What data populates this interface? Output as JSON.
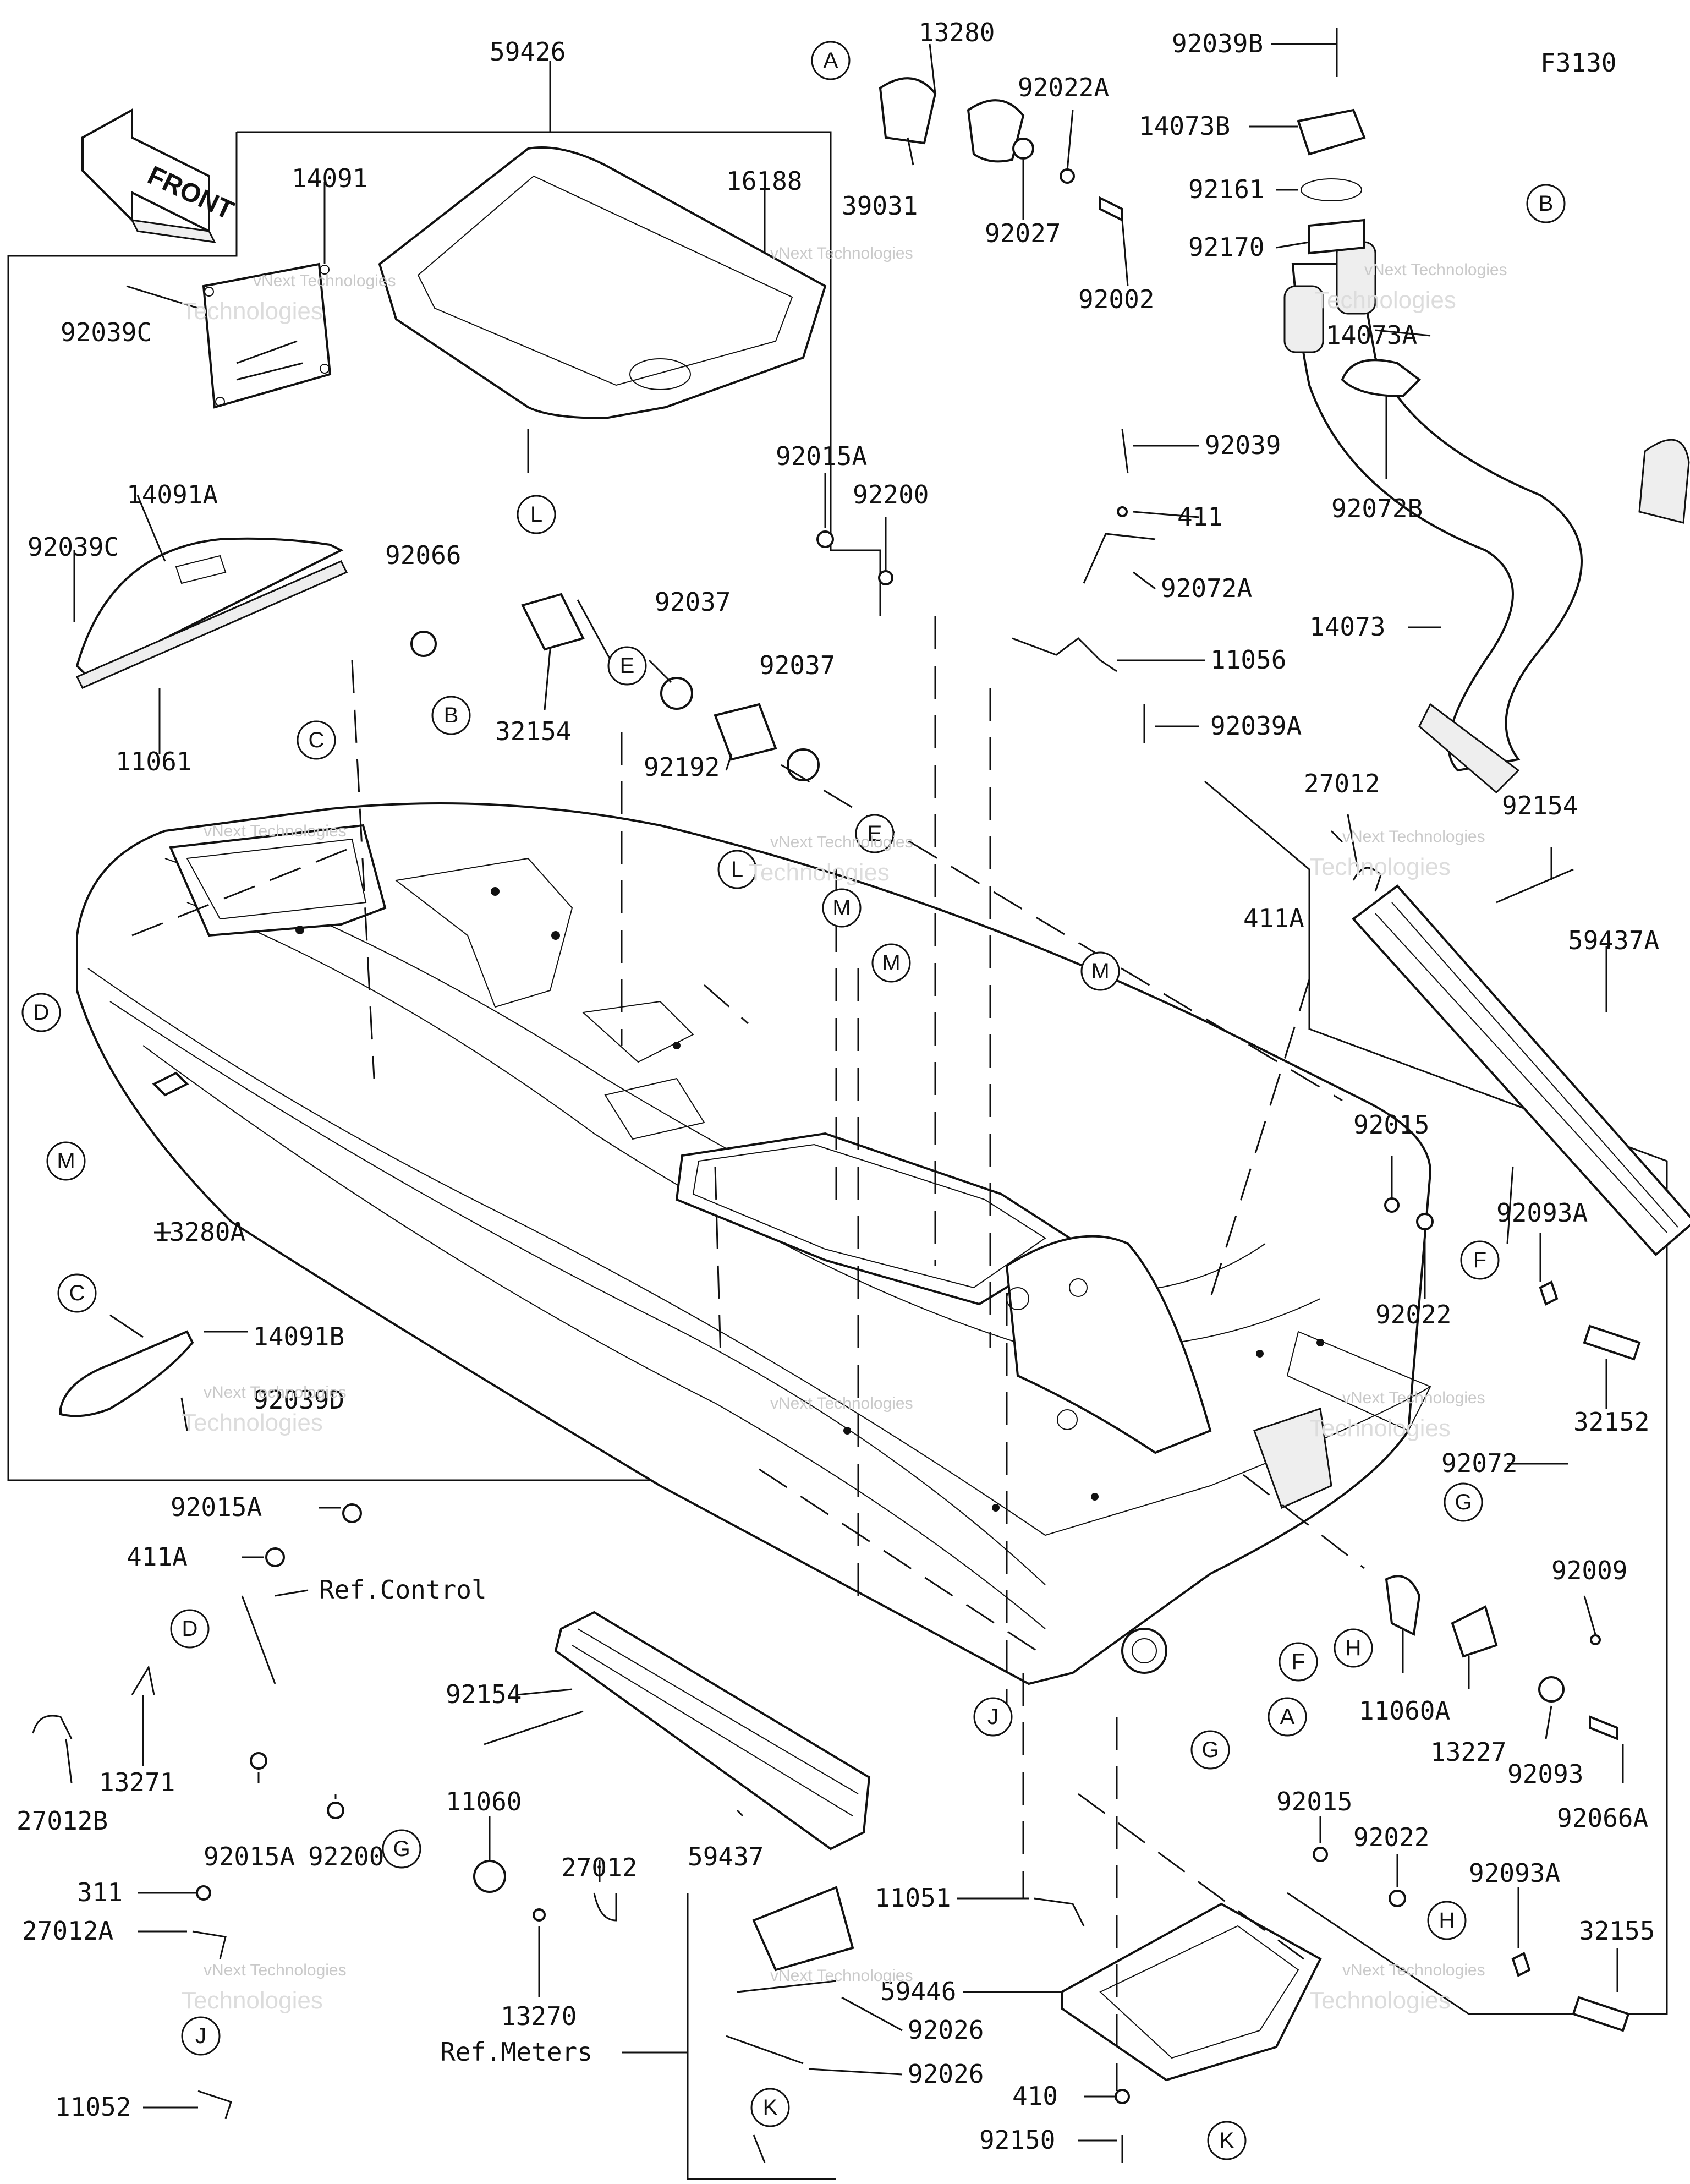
{
  "figure_code": "F3130",
  "front_label": "FRONT",
  "watermark": {
    "line1": "vNext Technologies",
    "line2": "Technologies"
  },
  "parts": {
    "p59426": "59426",
    "p14091": "14091",
    "p16188": "16188",
    "p92039C_a": "92039C",
    "p14091A": "14091A",
    "p92039C_b": "92039C",
    "p11061": "11061",
    "p92066": "92066",
    "p13280": "13280",
    "p92022A": "92022A",
    "p39031": "39031",
    "p92027": "92027",
    "p92002": "92002",
    "p92039B": "92039B",
    "p14073B": "14073B",
    "p92161": "92161",
    "p92170": "92170",
    "p14073A": "14073A",
    "p92072B": "92072B",
    "p14073": "14073",
    "p92015A_a": "92015A",
    "p92200_a": "92200",
    "p92039": "92039",
    "p411": "411",
    "p92072A": "92072A",
    "p11056": "11056",
    "p92039A": "92039A",
    "p32154": "32154",
    "p92037_a": "92037",
    "p92037_b": "92037",
    "p92192": "92192",
    "p27012_a": "27012",
    "p411A_a": "411A",
    "p92154_a": "92154",
    "p59437A": "59437A",
    "p13280A": "13280A",
    "p14091B": "14091B",
    "p92039D": "92039D",
    "p92015_a": "92015",
    "p92093A_a": "92093A",
    "p92022_a": "92022",
    "p32152": "32152",
    "p92072": "92072",
    "p92015A_b": "92015A",
    "p411A_b": "411A",
    "pRefControl": "Ref.Control",
    "p13271": "13271",
    "p27012B": "27012B",
    "p92154_b": "92154",
    "p59437": "59437",
    "p92009": "92009",
    "p11060A": "11060A",
    "p13227": "13227",
    "p92093": "92093",
    "p92066A": "92066A",
    "p92015_b": "92015",
    "p92022_b": "92022",
    "p92093A_b": "92093A",
    "p32155": "32155",
    "p92015A_c": "92015A",
    "p92200_b": "92200",
    "p11060": "11060",
    "p27012_b": "27012",
    "p13270": "13270",
    "p311": "311",
    "p27012A": "27012A",
    "p11052": "11052",
    "pRefMeters": "Ref.Meters",
    "p11051": "11051",
    "p59446": "59446",
    "p92026_a": "92026",
    "p92026_b": "92026",
    "p410": "410",
    "p92150": "92150"
  },
  "callouts": {
    "c_A1": "A",
    "c_A2": "A",
    "c_B1": "B",
    "c_B2": "B",
    "c_C1": "C",
    "c_C2": "C",
    "c_D1": "D",
    "c_D2": "D",
    "c_E1": "E",
    "c_E2": "E",
    "c_F1": "F",
    "c_F2": "F",
    "c_G1": "G",
    "c_G2": "G",
    "c_G3": "G",
    "c_H1": "H",
    "c_H2": "H",
    "c_J1": "J",
    "c_J2": "J",
    "c_K1": "K",
    "c_K2": "K",
    "c_L1": "L",
    "c_L2": "L",
    "c_M1": "M",
    "c_M2": "M",
    "c_M3": "M",
    "c_M4": "M"
  }
}
